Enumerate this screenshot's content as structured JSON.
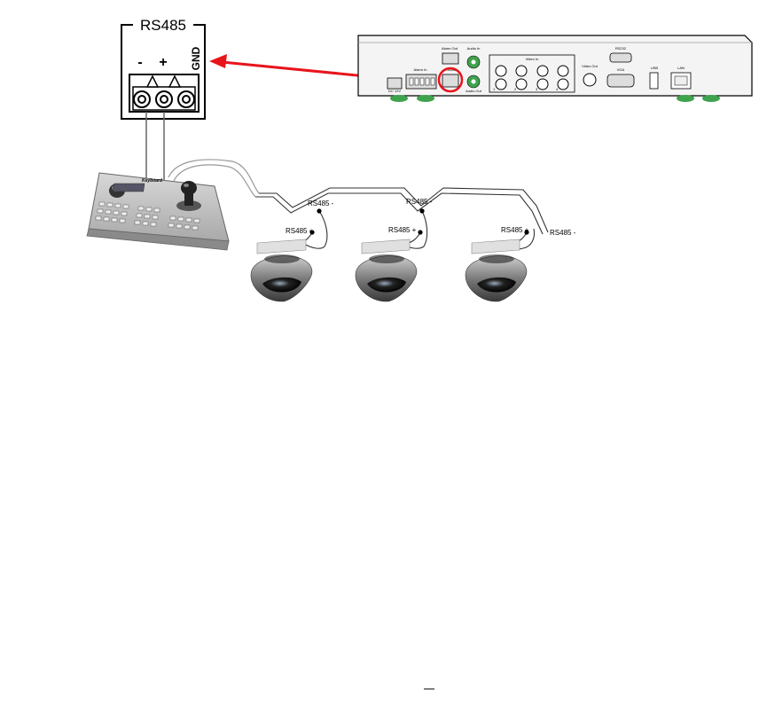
{
  "connector": {
    "title": "RS485",
    "pins": [
      "-",
      "+",
      "GND"
    ]
  },
  "dvr": {
    "labels": {
      "alarm_out": "Alarm Out",
      "audio_in": "Audio In",
      "alarm_in": "Alarm In",
      "rs485": "RS485",
      "audio_out": "Audio Out",
      "dc": "DC 12V",
      "video_in": "Video In",
      "video_out": "Video Out",
      "rs232": "RS232",
      "vga": "VGA",
      "usb": "USB",
      "lan": "LAN"
    },
    "video_in_numbers": [
      "1",
      "2",
      "3",
      "4"
    ]
  },
  "wiring": {
    "labels": {
      "rs485_minus_1": "RS485 -",
      "rs485_minus_2": "RS485 -",
      "rs485_minus_3": "RS485 -",
      "rs485_plus_1": "RS485 +",
      "rs485_plus_2": "RS485 +",
      "rs485_plus_3": "RS485 +"
    }
  },
  "keyboard": {
    "brand": "Keyboard"
  },
  "colors": {
    "arrow": "#e8141c",
    "highlight": "#e8141c",
    "line": "#000000",
    "cable": "#888888",
    "dvr_body": "#f4f4f4",
    "feet": "#3fa34d"
  }
}
